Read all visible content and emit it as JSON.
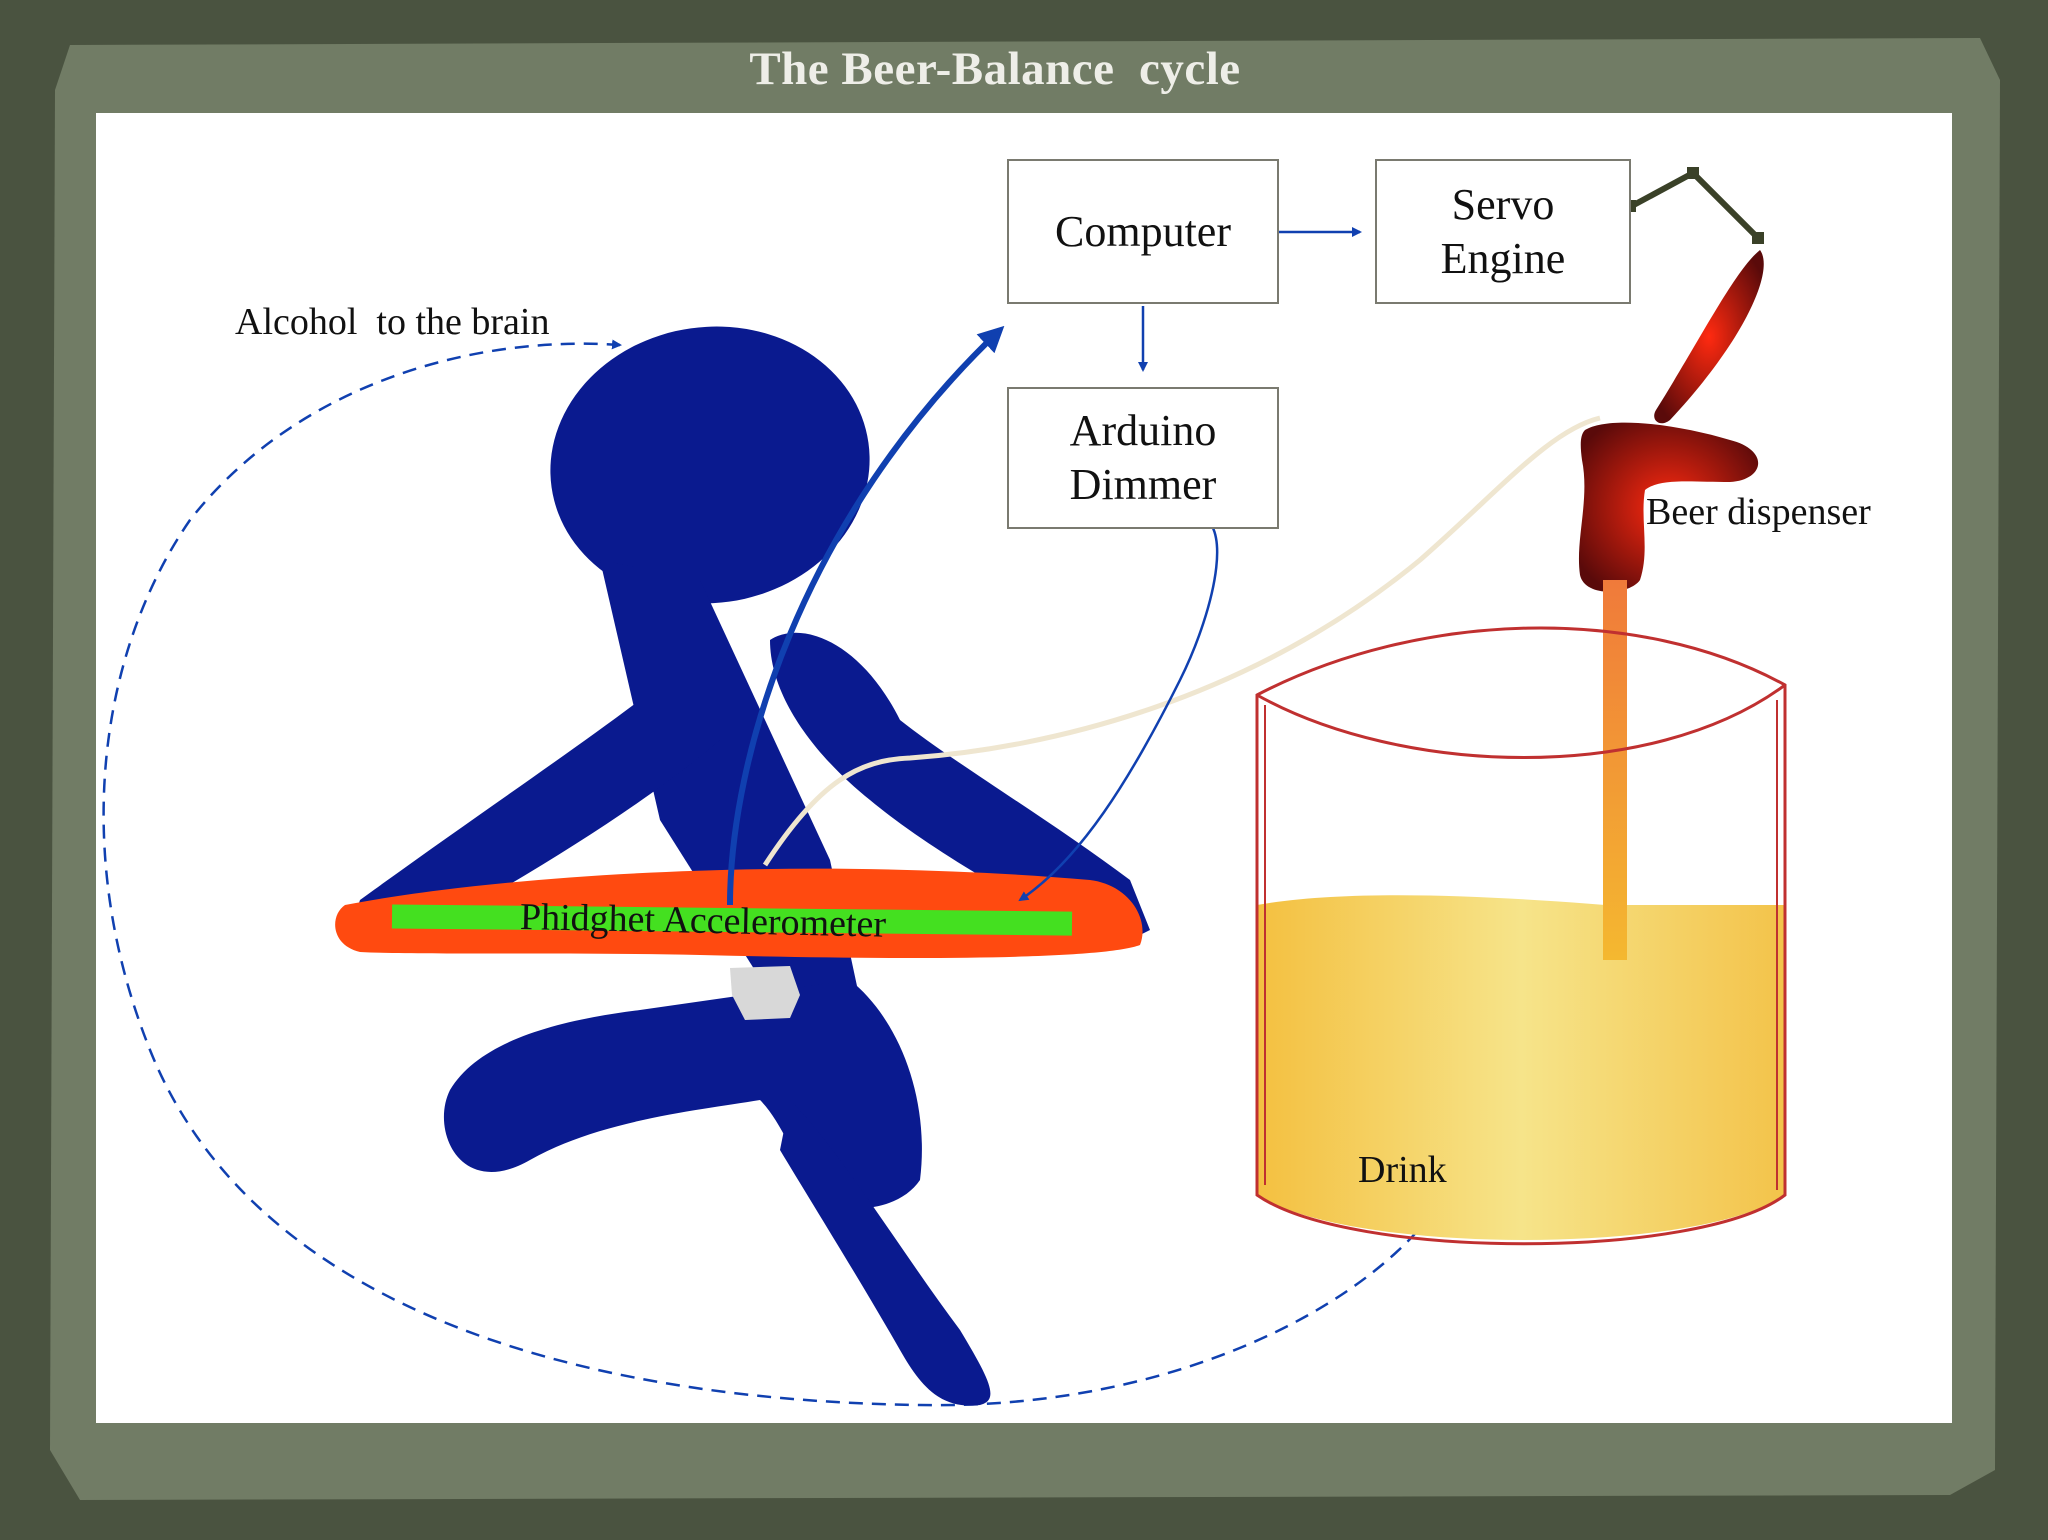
{
  "title": "The Beer-Balance  cycle",
  "boxes": {
    "computer": "Computer",
    "servo": {
      "line1": "Servo",
      "line2": "Engine"
    },
    "arduino": {
      "line1": "Arduino",
      "line2": "Dimmer"
    }
  },
  "labels": {
    "alcohol": "Alcohol  to the brain",
    "beer_dispenser": "Beer dispenser",
    "accelerometer": "Phidghet Accelerometer",
    "drink": "Drink"
  },
  "colors": {
    "background": "#4a5340",
    "card": "#717c65",
    "figure": "#0a1a8f",
    "belt": "#ff4a10",
    "sensor": "#44e020",
    "arrow": "#1040b0",
    "beer": "#f5c84a",
    "glass_outline": "#c03030"
  }
}
